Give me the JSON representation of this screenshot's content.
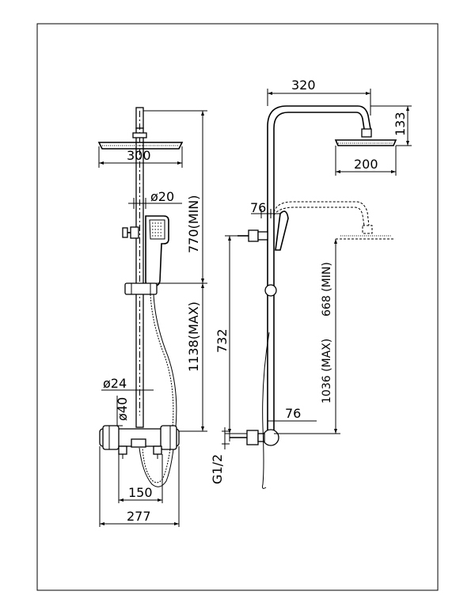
{
  "front_view": {
    "head_width": "300",
    "handshower_dia": "ø20",
    "height_min": "770(MIN)",
    "height_max": "1138(MAX)",
    "pipe_dia": "ø24",
    "mixer_dia": "ø40",
    "inlet_spacing": "150",
    "mixer_width": "277"
  },
  "side_view": {
    "arm_length": "320",
    "head_height": "133",
    "head_width": "200",
    "holder_offset": "76",
    "total_height": "732",
    "max_height": "1036 (MAX)",
    "min_height": "668 (MIN)",
    "outlet_offset": "76",
    "inlet_thread": "G1/2"
  }
}
